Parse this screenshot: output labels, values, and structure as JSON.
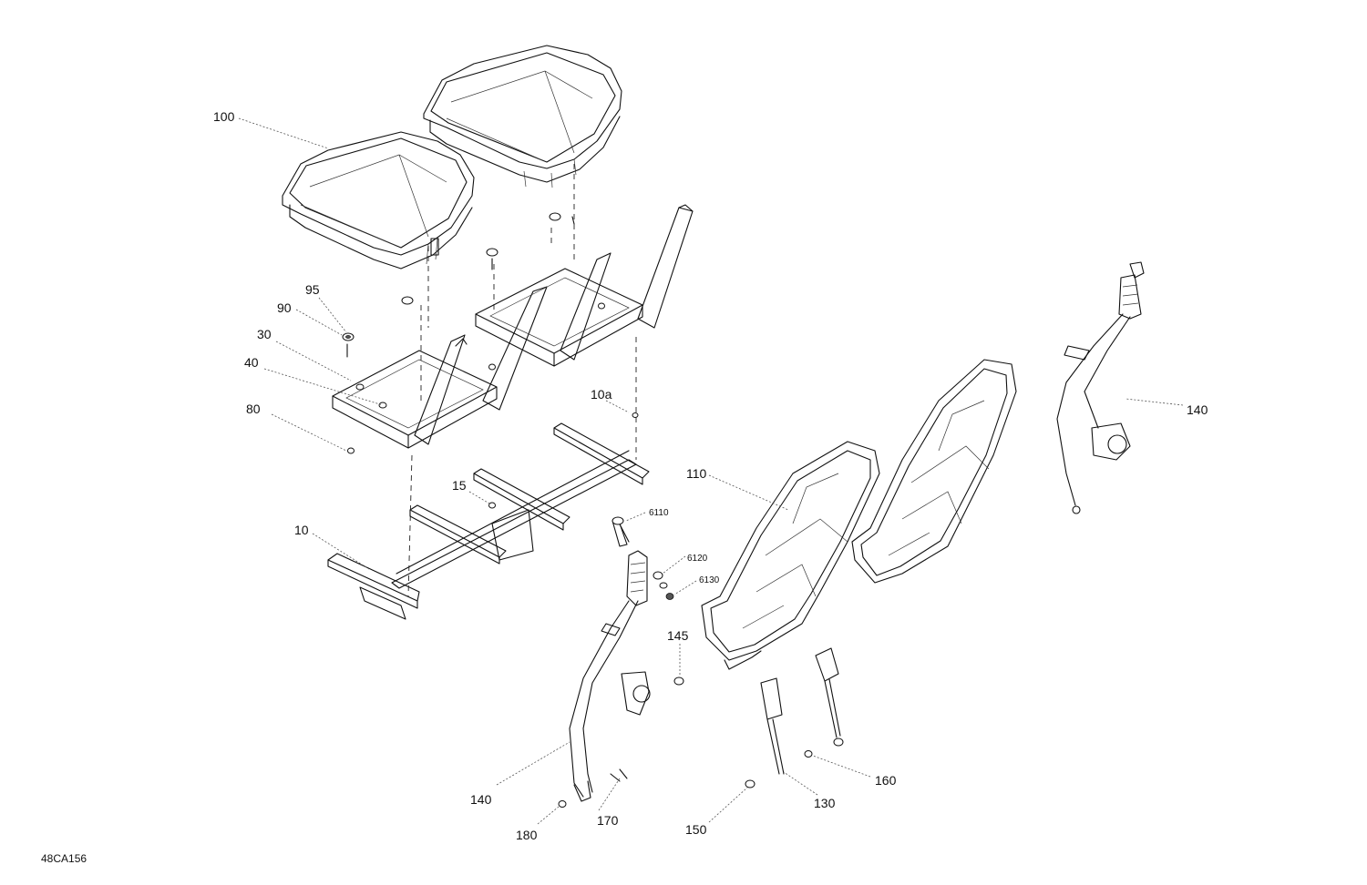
{
  "diagram_id": "48CA156",
  "callouts": [
    "100",
    "95",
    "90",
    "30",
    "40",
    "80",
    "10a",
    "15",
    "10",
    "110",
    "140",
    "6110",
    "6120",
    "6130",
    "145",
    "140",
    "180",
    "170",
    "150",
    "130",
    "160"
  ]
}
